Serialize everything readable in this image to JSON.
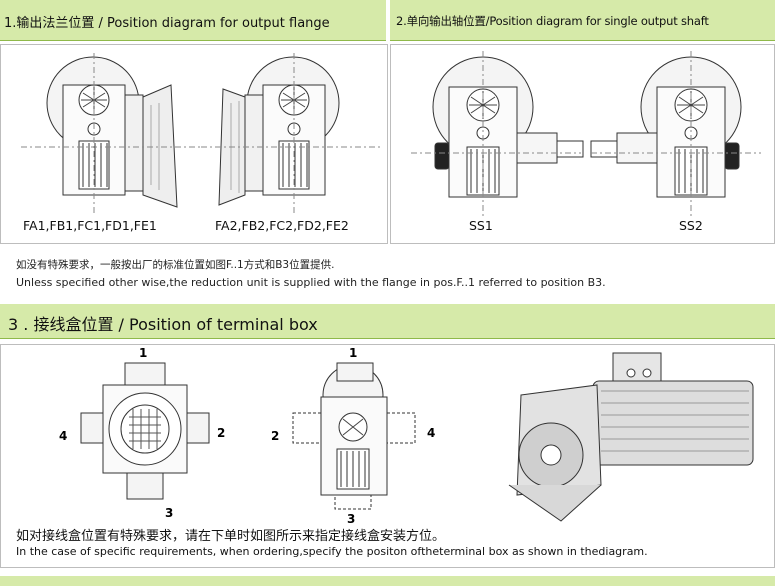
{
  "section1": {
    "title": "1.输出法兰位置 / Position diagram for output flange",
    "label_left": "FA1,FB1,FC1,FD1,FE1",
    "label_right": "FA2,FB2,FC2,FD2,FE2"
  },
  "section2": {
    "title": "2.单向输出轴位置/Position diagram for single output shaft",
    "label_left": "SS1",
    "label_right": "SS2"
  },
  "note_cn": "如没有特殊要求，一般按出厂的标准位置如图F..1方式和B3位置提供.",
  "note_en": "Unless specified other wise,the reduction unit is supplied  with the flange in  pos.F..1  referred to position B3.",
  "section3": {
    "title": "3 . 接线盒位置 / Position of terminal box",
    "fig1": {
      "top": "1",
      "left": "4",
      "right": "2",
      "bottom": "3"
    },
    "fig2": {
      "top": "1",
      "left": "2",
      "right": "4",
      "bottom": "3"
    },
    "note_cn": "如对接线盒位置有特殊要求，请在下单时如图所示来指定接线盒安装方位。",
    "note_en": "In the case of specific requirements, when ordering,specify the positon oftheterminal box as shown in thediagram."
  }
}
